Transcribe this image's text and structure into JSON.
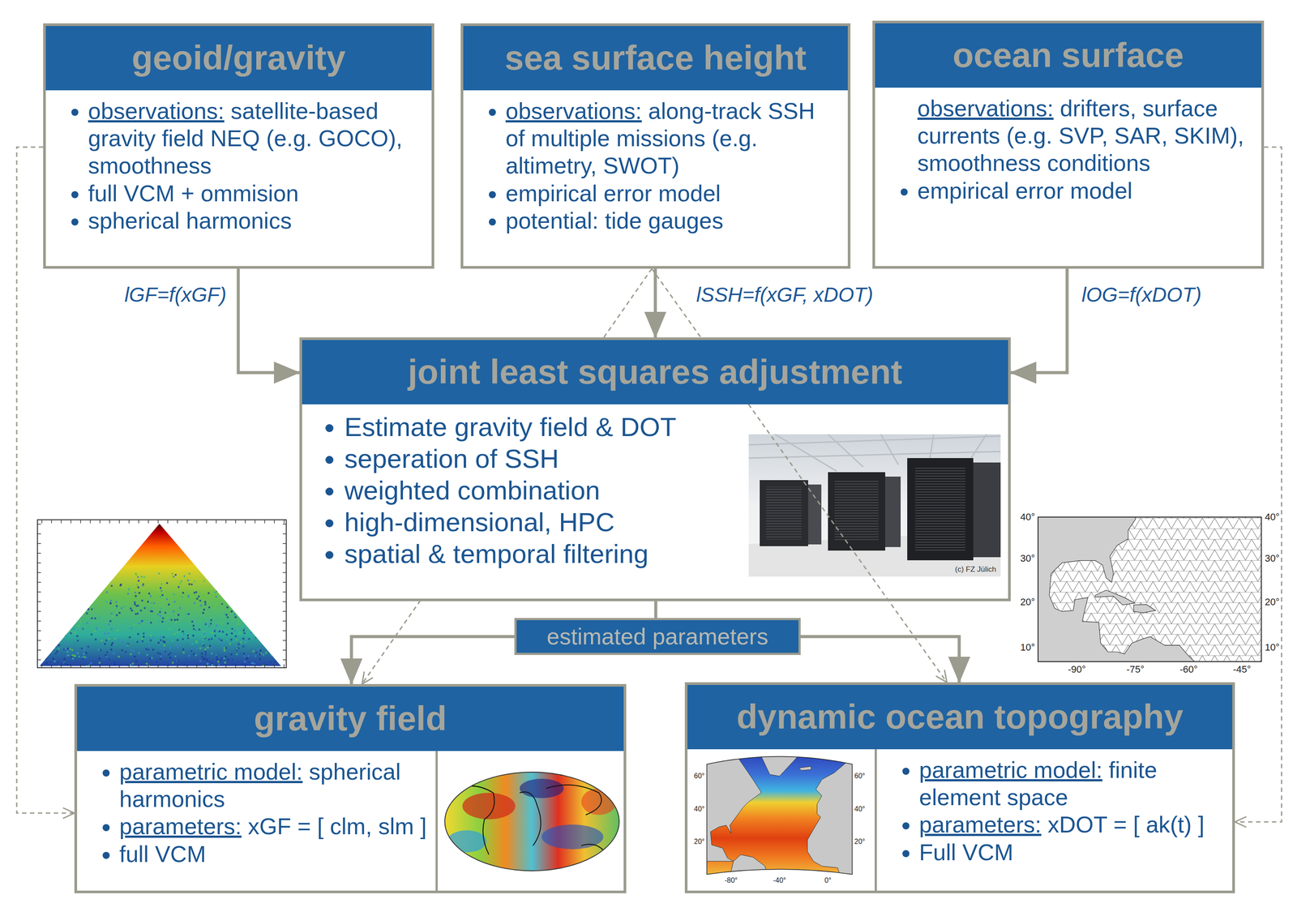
{
  "diagram": {
    "nodes": [
      {
        "text": [
          "geoid/gravity",
          "observations: satellite-based gravity field NEQ (e.g. GOCO), smoothness",
          "full VCM + ommision",
          "spherical harmonics"
        ]
      },
      {
        "text": [
          "sea surface height",
          "observations: along-track SSH of multiple missions (e.g. altimetry, SWOT)",
          "empirical error model",
          "potential: tide gauges"
        ]
      },
      {
        "text": [
          "ocean surface",
          "observations: drifters, surface currents (e.g. SVP, SAR, SKIM), smoothness conditions",
          "empirical error model"
        ]
      },
      {
        "text": [
          "joint least squares adjustment",
          "Estimate gravity field & DOT",
          "seperation of SSH",
          "weighted combination",
          "high-dimensional, HPC",
          "spatial & temporal filtering"
        ]
      },
      {
        "text": [
          "estimated parameters"
        ]
      },
      {
        "text": [
          "gravity field",
          "parametric model: spherical harmonics",
          "parameters: xGF = [ clm, slm ]",
          "full VCM"
        ]
      },
      {
        "text": [
          "dynamic ocean topography",
          "parametric model: finite element space",
          "parameters: xDOT = [ ak(t) ]",
          "Full VCM"
        ]
      }
    ],
    "edges": [
      {
        "from": 0,
        "to": 3,
        "label": "lGF=f(xGF)",
        "arrow": "to"
      },
      {
        "from": 1,
        "to": 3,
        "label": "lSSH=f(xGF, xDOT)",
        "arrow": "to"
      },
      {
        "from": 2,
        "to": 3,
        "label": "lOG=f(xDOT)",
        "arrow": "to"
      },
      {
        "from": 3,
        "to": 4,
        "arrow": "none"
      },
      {
        "from": 4,
        "to": 5,
        "arrow": "to"
      },
      {
        "from": 4,
        "to": 6,
        "arrow": "to"
      },
      {
        "from": 0,
        "to": 5,
        "arrow": "to"
      },
      {
        "from": 2,
        "to": 6,
        "arrow": "to"
      },
      {
        "from": 1,
        "to": 5,
        "arrow": "to"
      },
      {
        "from": 1,
        "to": 6,
        "arrow": "to"
      }
    ],
    "labels": [
      "(c) FZ Jülich",
      "40°",
      "30°",
      "20°",
      "10°",
      "40°",
      "30°",
      "20°",
      "10°",
      "-90°",
      "-75°",
      "-60°",
      "-45°",
      "60°",
      "40°",
      "20°",
      "60°",
      "40°",
      "20°",
      "-80°",
      "-40°",
      "0°"
    ]
  }
}
